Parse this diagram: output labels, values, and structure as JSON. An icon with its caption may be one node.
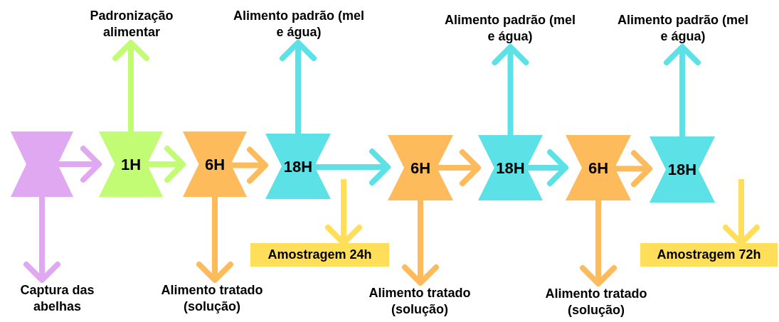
{
  "diagram": {
    "nodes": [
      {
        "text": [],
        "shape": "hourglass"
      },
      {
        "text": [
          "1H"
        ]
      },
      {
        "text": [
          "6H"
        ]
      },
      {
        "text": [
          "18H"
        ]
      },
      {
        "text": [
          "6H"
        ]
      },
      {
        "text": [
          "18H"
        ]
      },
      {
        "text": [
          "6H"
        ]
      },
      {
        "text": [
          "18H"
        ]
      },
      {
        "text": [
          "Captura das abelhas"
        ]
      },
      {
        "text": [
          "Padronização alimentar"
        ]
      },
      {
        "text": [
          "Alimento padrão (mel e água)"
        ]
      },
      {
        "text": [
          "Alimento tratado (solução)"
        ]
      },
      {
        "text": [
          "Amostragem 24h"
        ]
      },
      {
        "text": [
          "Alimento padrão (mel e água)"
        ]
      },
      {
        "text": [
          "Alimento tratado (solução)"
        ]
      },
      {
        "text": [
          "Alimento tratado (solução)"
        ]
      },
      {
        "text": [
          "Alimento padrão (mel e água)"
        ]
      },
      {
        "text": [
          "Amostragem 72h"
        ]
      }
    ],
    "edges": [
      {
        "from": 0,
        "to": 1,
        "arrow": "to",
        "color": "#e0a8f0"
      },
      {
        "from": 1,
        "to": 2,
        "arrow": "to",
        "color": "#c2fc74"
      },
      {
        "from": 2,
        "to": 3,
        "arrow": "to",
        "color": "#fdbb5c"
      },
      {
        "from": 3,
        "to": 4,
        "arrow": "to",
        "color": "#5ce1e6"
      },
      {
        "from": 4,
        "to": 5,
        "arrow": "to",
        "color": "#fdbb5c"
      },
      {
        "from": 5,
        "to": 6,
        "arrow": "to",
        "color": "#5ce1e6"
      },
      {
        "from": 6,
        "to": 7,
        "arrow": "to",
        "color": "#fdbb5c"
      },
      {
        "from": 0,
        "to": 8,
        "arrow": "to",
        "color": "#e0a8f0"
      },
      {
        "from": 1,
        "to": 9,
        "arrow": "to",
        "color": "#c2fc74"
      },
      {
        "from": 3,
        "to": 10,
        "arrow": "to",
        "color": "#5ce1e6"
      },
      {
        "from": 2,
        "to": 11,
        "arrow": "to",
        "color": "#fdbb5c"
      },
      {
        "from": null,
        "to": 12,
        "arrow": "to",
        "color": "#ffde59"
      },
      {
        "from": 5,
        "to": 13,
        "arrow": "to",
        "color": "#5ce1e6"
      },
      {
        "from": 4,
        "to": 14,
        "arrow": "to",
        "color": "#fdbb5c"
      },
      {
        "from": 6,
        "to": 15,
        "arrow": "to",
        "color": "#fdbb5c"
      },
      {
        "from": 7,
        "to": 16,
        "arrow": "to",
        "color": "#5ce1e6"
      },
      {
        "from": null,
        "to": 17,
        "arrow": "to",
        "color": "#ffde59"
      }
    ]
  }
}
